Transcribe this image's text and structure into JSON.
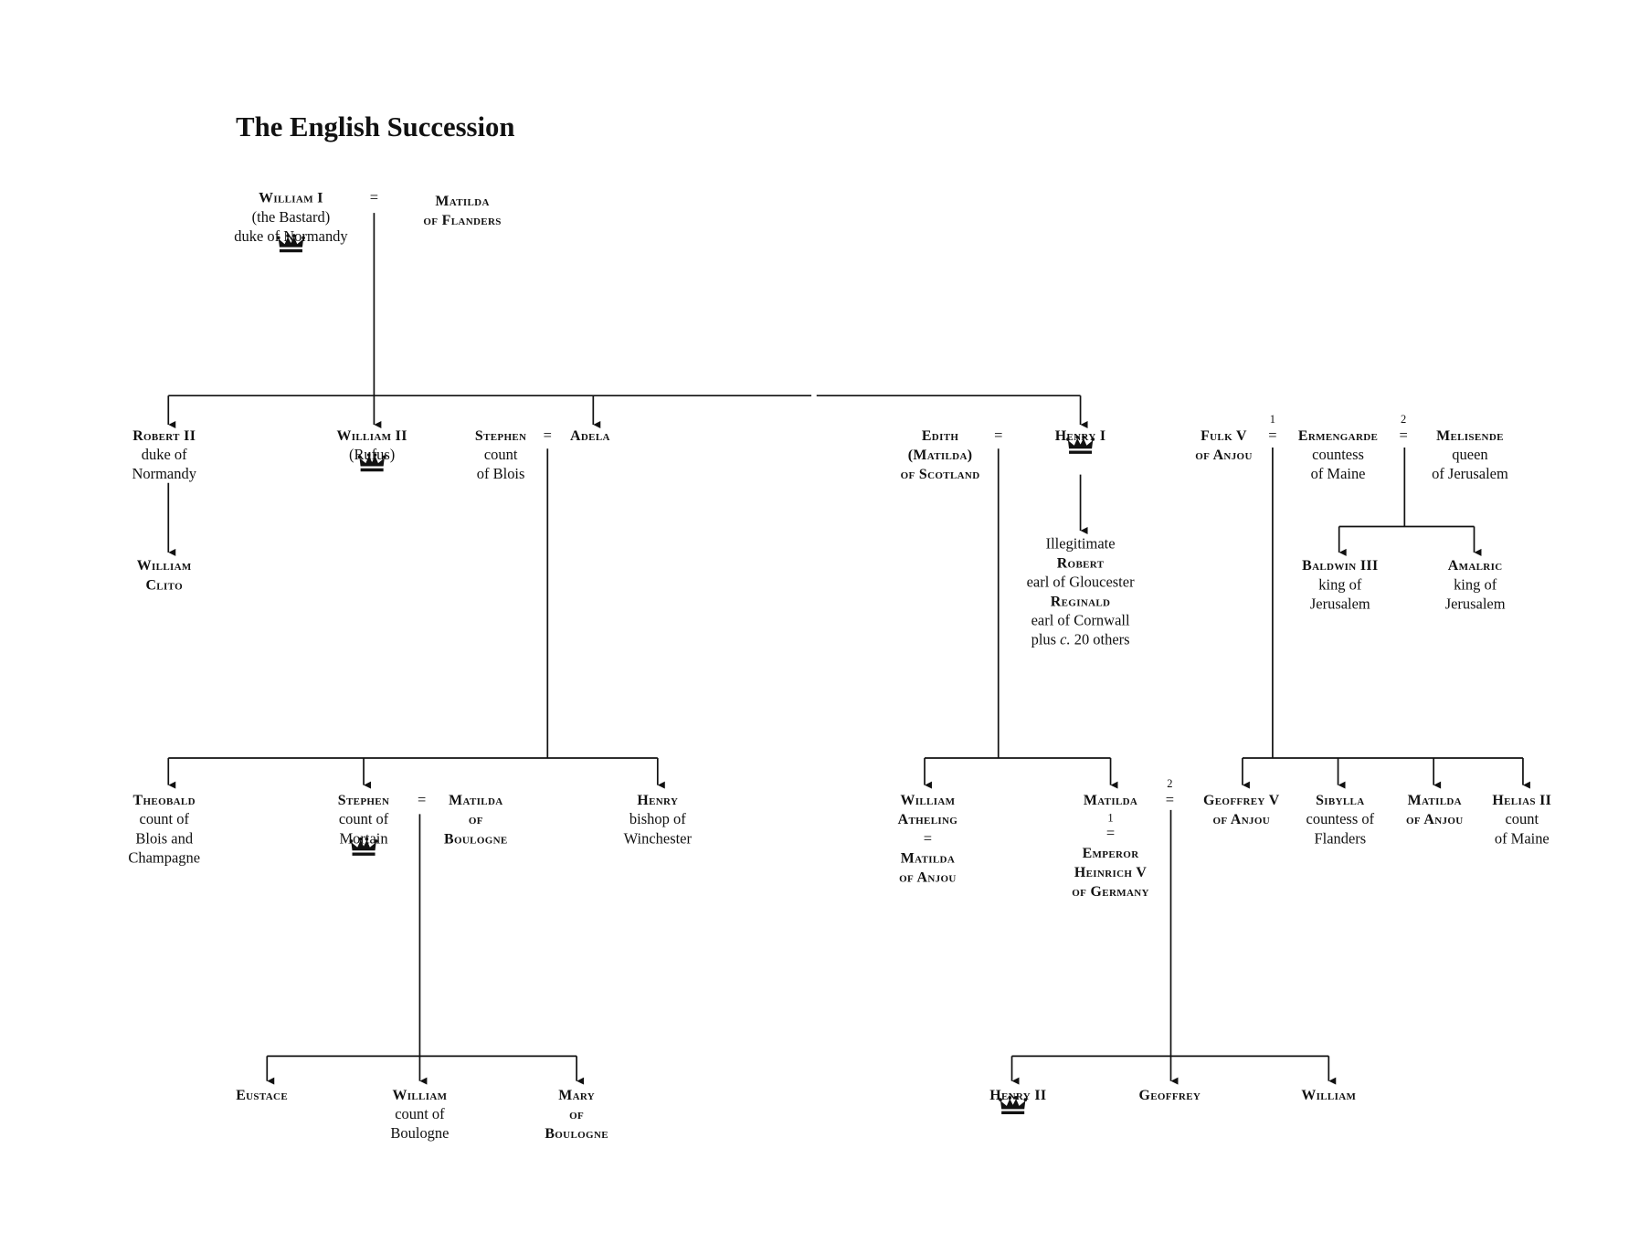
{
  "title": "The English Succession",
  "marriage_symbol": "=",
  "marriage_numbers": {
    "first": "1",
    "second": "2"
  },
  "people": [
    {
      "id": "william1",
      "lines": [
        {
          "t": "William I",
          "sc": true
        },
        {
          "t": "(the Bastard)"
        },
        {
          "t": "duke of Normandy"
        }
      ],
      "crown": true
    },
    {
      "id": "matilda_flanders",
      "lines": [
        {
          "t": "Matilda",
          "sc": true
        },
        {
          "t": "of Flanders",
          "sc": true
        }
      ]
    },
    {
      "id": "robert2",
      "lines": [
        {
          "t": "Robert II",
          "sc": true
        },
        {
          "t": "duke of"
        },
        {
          "t": "Normandy"
        }
      ]
    },
    {
      "id": "william_clito",
      "lines": [
        {
          "t": "William",
          "sc": true
        },
        {
          "t": "Clito",
          "sc": true
        }
      ]
    },
    {
      "id": "william2",
      "lines": [
        {
          "t": "William II",
          "sc": true
        },
        {
          "t": "(Rufus)"
        }
      ],
      "crown": true
    },
    {
      "id": "stephen_blois",
      "lines": [
        {
          "t": "Stephen",
          "sc": true
        },
        {
          "t": "count"
        },
        {
          "t": "of Blois"
        }
      ]
    },
    {
      "id": "adela",
      "lines": [
        {
          "t": "Adela",
          "sc": true
        }
      ]
    },
    {
      "id": "edith",
      "lines": [
        {
          "t": "Edith",
          "sc": true
        },
        {
          "t": "(Matilda)",
          "sc": true
        },
        {
          "t": "of Scotland",
          "sc": true
        }
      ]
    },
    {
      "id": "henry1",
      "lines": [
        {
          "t": "Henry I",
          "sc": true
        }
      ],
      "crown": true
    },
    {
      "id": "illegitimate",
      "lines": [
        {
          "t": "Illegitimate"
        },
        {
          "t": "Robert",
          "sc": true
        },
        {
          "t": "earl of Gloucester"
        },
        {
          "t": "Reginald",
          "sc": true
        },
        {
          "t": "earl of Cornwall"
        },
        {
          "t": "plus "
        },
        {
          "t": "c.",
          "it": true
        },
        {
          "t": " 20 others"
        }
      ]
    },
    {
      "id": "fulk5",
      "lines": [
        {
          "t": "Fulk V",
          "sc": true
        },
        {
          "t": "of Anjou",
          "sc": true
        }
      ]
    },
    {
      "id": "ermengarde",
      "lines": [
        {
          "t": "Ermengarde",
          "sc": true
        },
        {
          "t": "countess"
        },
        {
          "t": "of Maine"
        }
      ]
    },
    {
      "id": "melisende",
      "lines": [
        {
          "t": "Melisende",
          "sc": true
        },
        {
          "t": "queen"
        },
        {
          "t": "of Jerusalem"
        }
      ]
    },
    {
      "id": "baldwin3",
      "lines": [
        {
          "t": "Baldwin III",
          "sc": true
        },
        {
          "t": "king of"
        },
        {
          "t": "Jerusalem"
        }
      ]
    },
    {
      "id": "amalric",
      "lines": [
        {
          "t": "Amalric",
          "sc": true
        },
        {
          "t": "king of"
        },
        {
          "t": "Jerusalem"
        }
      ]
    },
    {
      "id": "theobald",
      "lines": [
        {
          "t": "Theobald",
          "sc": true
        },
        {
          "t": "count of"
        },
        {
          "t": "Blois and"
        },
        {
          "t": "Champagne"
        }
      ]
    },
    {
      "id": "stephen_mortain",
      "lines": [
        {
          "t": "Stephen",
          "sc": true
        },
        {
          "t": "count of"
        },
        {
          "t": "Mortain"
        }
      ],
      "crown": true
    },
    {
      "id": "matilda_boulogne",
      "lines": [
        {
          "t": "Matilda",
          "sc": true
        },
        {
          "t": "of",
          "sc": true
        },
        {
          "t": "Boulogne",
          "sc": true
        }
      ]
    },
    {
      "id": "henry_winchester",
      "lines": [
        {
          "t": "Henry",
          "sc": true
        },
        {
          "t": "bishop of"
        },
        {
          "t": "Winchester"
        }
      ]
    },
    {
      "id": "william_atheling",
      "lines": [
        {
          "t": "William",
          "sc": true
        },
        {
          "t": "Atheling",
          "sc": true
        },
        {
          "t": "="
        },
        {
          "t": "Matilda",
          "sc": true
        },
        {
          "t": "of Anjou",
          "sc": true
        }
      ]
    },
    {
      "id": "matilda_empress",
      "lines": [
        {
          "t": "Matilda",
          "sc": true
        },
        {
          "t": "1"
        },
        {
          "t": "="
        },
        {
          "t": "Emperor",
          "sc": true
        },
        {
          "t": "Heinrich V",
          "sc": true
        },
        {
          "t": "of Germany",
          "sc": true
        }
      ]
    },
    {
      "id": "geoffrey5",
      "lines": [
        {
          "t": "Geoffrey V",
          "sc": true
        },
        {
          "t": "of Anjou",
          "sc": true
        }
      ]
    },
    {
      "id": "sibylla",
      "lines": [
        {
          "t": "Sibylla",
          "sc": true
        },
        {
          "t": "countess of"
        },
        {
          "t": "Flanders"
        }
      ]
    },
    {
      "id": "matilda_anjou",
      "lines": [
        {
          "t": "Matilda",
          "sc": true
        },
        {
          "t": "of Anjou",
          "sc": true
        }
      ]
    },
    {
      "id": "helias2",
      "lines": [
        {
          "t": "Helias II",
          "sc": true
        },
        {
          "t": "count"
        },
        {
          "t": "of Maine"
        }
      ]
    },
    {
      "id": "eustace",
      "lines": [
        {
          "t": "Eustace",
          "sc": true
        }
      ]
    },
    {
      "id": "william_boulogne",
      "lines": [
        {
          "t": "William",
          "sc": true
        },
        {
          "t": "count of"
        },
        {
          "t": "Boulogne"
        }
      ]
    },
    {
      "id": "mary_boulogne",
      "lines": [
        {
          "t": "Mary",
          "sc": true
        },
        {
          "t": "of",
          "sc": true
        },
        {
          "t": "Boulogne",
          "sc": true
        }
      ]
    },
    {
      "id": "henry2",
      "lines": [
        {
          "t": "Henry II",
          "sc": true
        }
      ],
      "crown": true
    },
    {
      "id": "geoffrey",
      "lines": [
        {
          "t": "Geoffrey",
          "sc": true
        }
      ]
    },
    {
      "id": "william",
      "lines": [
        {
          "t": "William",
          "sc": true
        }
      ]
    }
  ]
}
